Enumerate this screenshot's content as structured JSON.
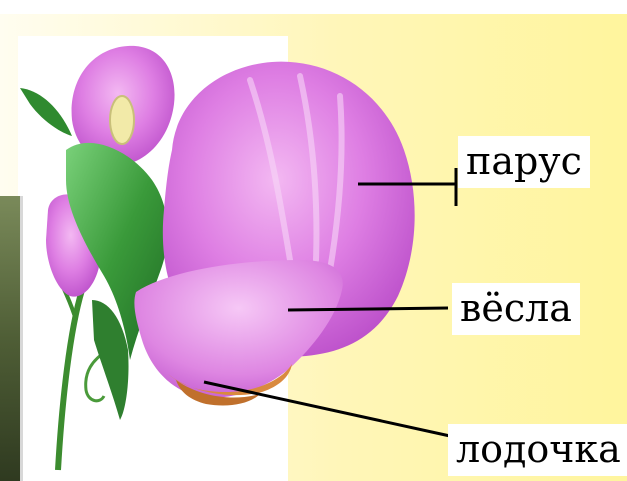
{
  "diagram": {
    "labels": [
      {
        "text": "парус"
      },
      {
        "text": "вёсла"
      },
      {
        "text": "лодочка"
      }
    ]
  },
  "colors": {
    "background_panel": "#fff7c0",
    "petal": "#d86fe0",
    "sepal": "#3a9a3a",
    "boat_tip": "#d98a3f",
    "label_bg": "#ffffff",
    "leader_line": "#000000"
  }
}
